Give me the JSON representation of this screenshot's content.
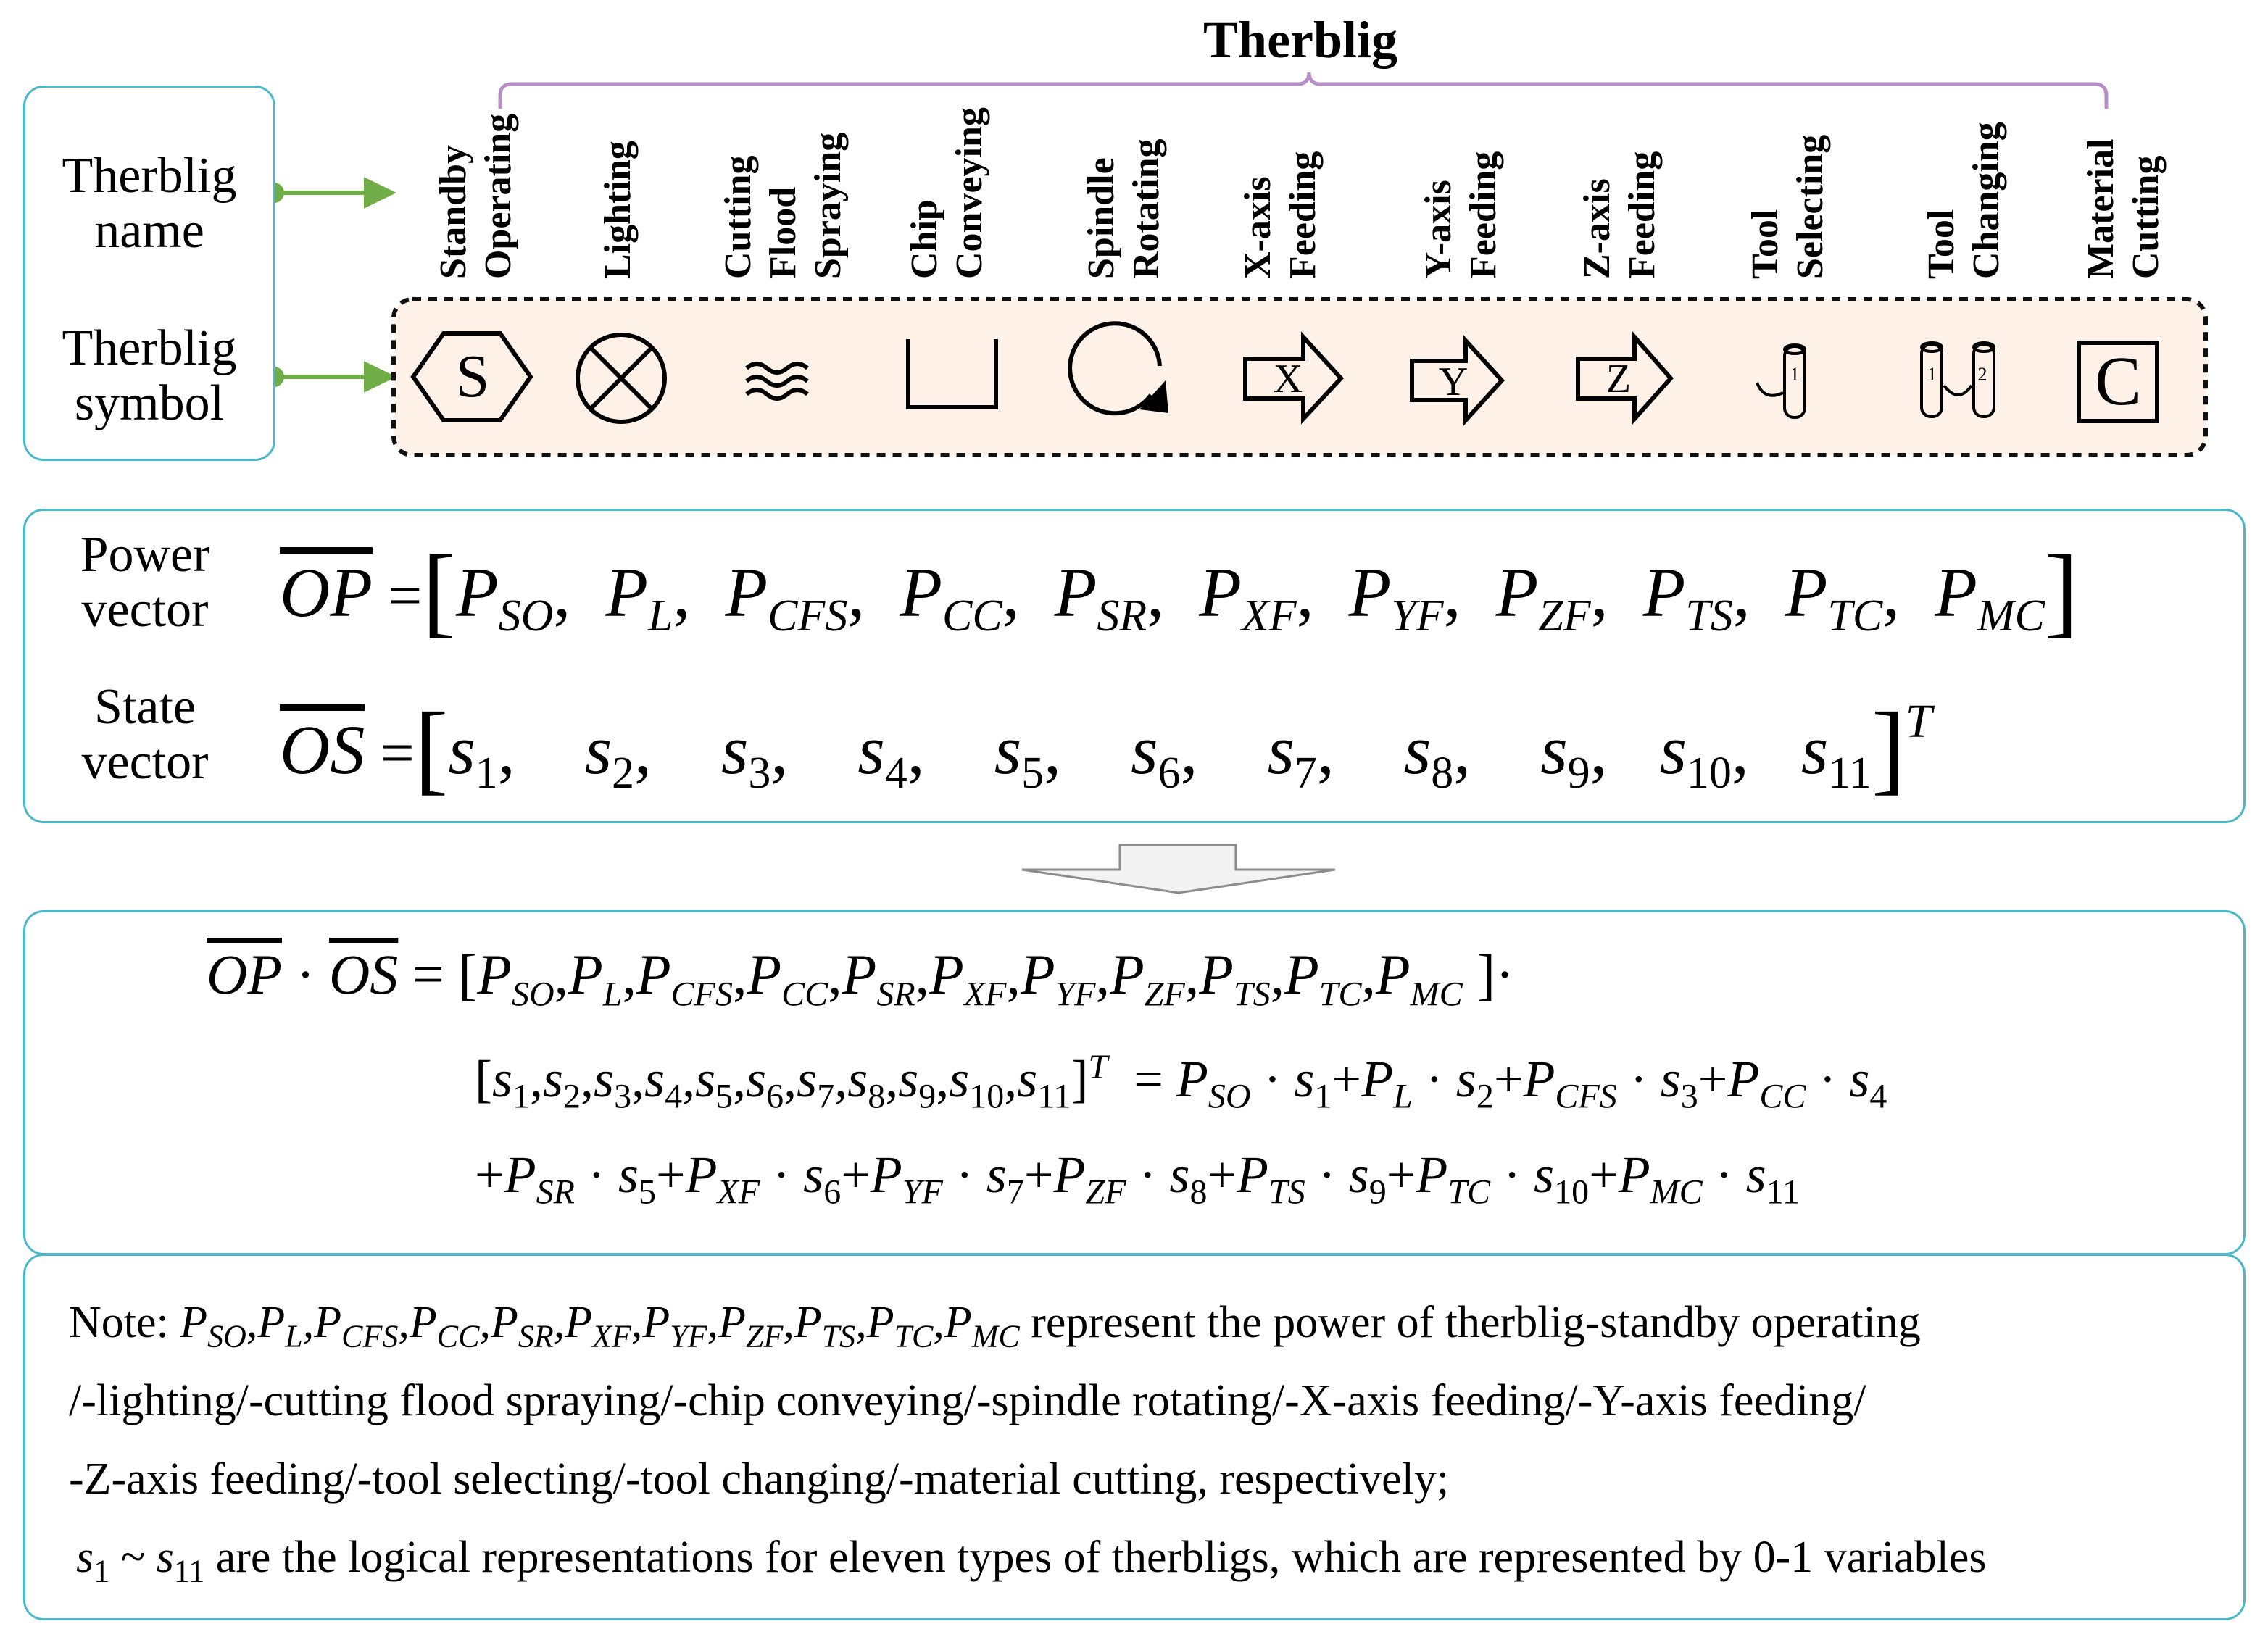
{
  "title": "Therblig",
  "left_panel": {
    "name_label": "Therblig\nname",
    "symbol_label": "Therblig\nsymbol"
  },
  "therbligs": [
    {
      "name": "Standby\nOperating",
      "symbol": "hexagon",
      "letter": "S"
    },
    {
      "name": "Lighting",
      "symbol": "circle-cross",
      "letter": ""
    },
    {
      "name": "Cutting\nFlood\nSpraying",
      "symbol": "waves",
      "letter": ""
    },
    {
      "name": "Chip\nConveying",
      "symbol": "open-box",
      "letter": ""
    },
    {
      "name": "Spindle\nRotating",
      "symbol": "rotation-circle",
      "letter": ""
    },
    {
      "name": "X-axis\nFeeding",
      "symbol": "arrow",
      "letter": "X"
    },
    {
      "name": "Y-axis\nFeeding",
      "symbol": "arrow",
      "letter": "Y"
    },
    {
      "name": "Z-axis\nFeeding",
      "symbol": "arrow",
      "letter": "Z"
    },
    {
      "name": "Tool\nSelecting",
      "symbol": "tool-cylinder",
      "letter": "1"
    },
    {
      "name": "Tool\nChanging",
      "symbol": "tool-pair",
      "letter": "1 2"
    },
    {
      "name": "Material\nCutting",
      "symbol": "square-c",
      "letter": "C"
    }
  ],
  "power": {
    "label": "Power\nvector",
    "lhs": "OP",
    "subs": [
      "SO",
      "L",
      "CFS",
      "CC",
      "SR",
      "XF",
      "YF",
      "ZF",
      "TS",
      "TC",
      "MC"
    ]
  },
  "state": {
    "label": "State\nvector",
    "lhs": "OS",
    "subs": [
      "1",
      "2",
      "3",
      "4",
      "5",
      "6",
      "7",
      "8",
      "9",
      "10",
      "11"
    ],
    "transpose": "T"
  },
  "product": {
    "lhs1": "OP",
    "lhs2": "OS"
  },
  "note": {
    "prefix": "Note:",
    "line1_text": " represent the power of therblig-standby operating",
    "line2": "/-lighting/-cutting flood spraying/-chip conveying/-spindle rotating/-X-axis feeding/-Y-axis feeding/",
    "line3": "-Z-axis feeding/-tool selecting/-tool changing/-material cutting, respectively;",
    "line4_range": "~",
    "line4_text": " are the logical representations for eleven types of therbligs, which are represented by 0-1 variables"
  },
  "colors": {
    "box_border": "#4bb8c9",
    "brace": "#b58fc6",
    "arrow": "#70ad47",
    "symbol_bg": "#fdf1e8"
  }
}
